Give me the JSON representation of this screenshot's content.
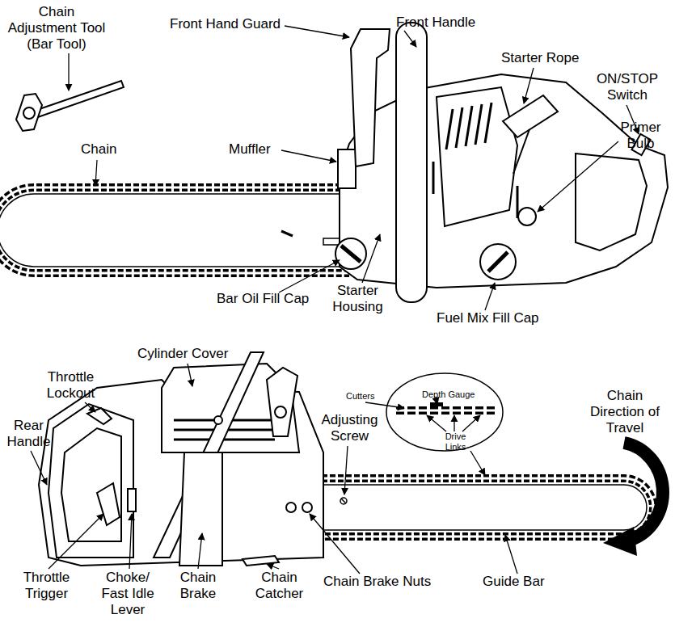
{
  "diagram": {
    "labels": [
      "Chain Adjustment Tool (Bar Tool)",
      "Front Hand Guard",
      "Front Handle",
      "Starter Rope",
      "ON/STOP Switch",
      "Primer Bulb",
      "Chain",
      "Muffler",
      "Bar Oil Fill Cap",
      "Starter Housing",
      "Fuel Mix Fill Cap",
      "Cylinder Cover",
      "Throttle Lockout",
      "Rear Handle",
      "Adjusting Screw",
      "Cutters",
      "Depth Gauge",
      "Drive Links",
      "Chain Direction of Travel",
      "Throttle Trigger",
      "Choke/ Fast Idle Lever",
      "Chain Brake",
      "Chain Catcher",
      "Chain Brake Nuts",
      "Guide Bar"
    ]
  }
}
